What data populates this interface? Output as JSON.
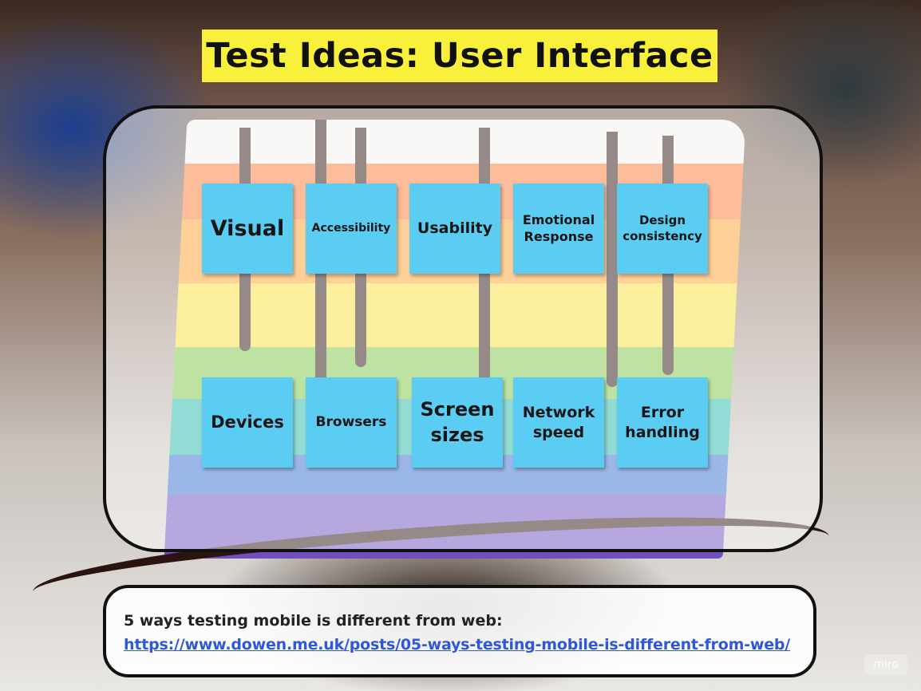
{
  "title": "Test Ideas: User Interface",
  "notes_top": [
    {
      "label": "Visual"
    },
    {
      "label": "Accessibility"
    },
    {
      "label": "Usability"
    },
    {
      "label": "Emotional Response"
    },
    {
      "label": "Design consistency"
    }
  ],
  "notes_bottom": [
    {
      "label": "Devices"
    },
    {
      "label": "Browsers"
    },
    {
      "label": "Screen sizes"
    },
    {
      "label": "Network speed"
    },
    {
      "label": "Error handling"
    }
  ],
  "link_box": {
    "label": "5 ways testing mobile is different from web:",
    "url": "https://www.dowen.me.uk/posts/05-ways-testing-mobile-is-different-from-web/"
  },
  "watermark": "miro",
  "colors": {
    "title_bg": "#f9f03b",
    "sticky_note": "#5ccdf2",
    "link": "#2f58d6"
  }
}
